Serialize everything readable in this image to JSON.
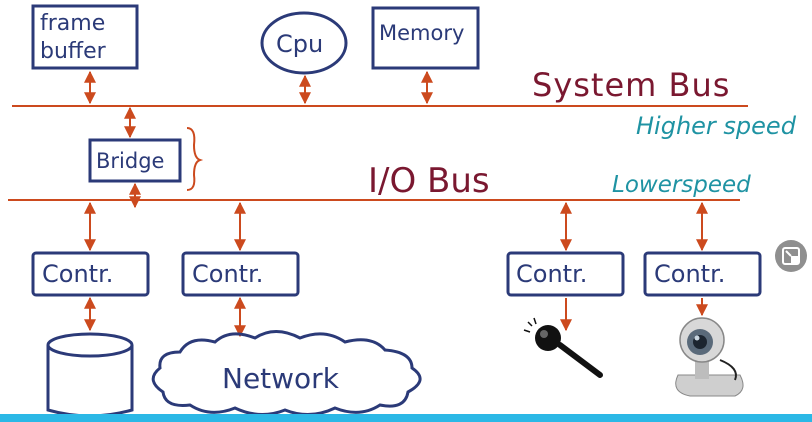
{
  "labels": {
    "frame_buffer_line1": "frame",
    "frame_buffer_line2": "buffer",
    "cpu": "Cpu",
    "memory": "Memory",
    "system_bus": "System Bus",
    "higher_speed": "Higher speed",
    "bridge": "Bridge",
    "io_bus": "I/O Bus",
    "lower_speed": "Lowerspeed",
    "controller": "Contr.",
    "network": "Network"
  },
  "colors": {
    "ink": "#2b3a78",
    "bus": "#cc4a1e",
    "arrow": "#cc4a1e",
    "title_ink": "#7a1830",
    "speed_ink": "#1f93a3",
    "bottom_bar": "#2bb8e6",
    "button_bg": "#8f8f8f"
  },
  "icons": {
    "minimize_button": "picture-in-picture-exit-icon",
    "microphone": "microphone-icon",
    "webcam": "webcam-icon",
    "disk": "disk-cylinder-icon",
    "network_cloud": "cloud-icon"
  }
}
